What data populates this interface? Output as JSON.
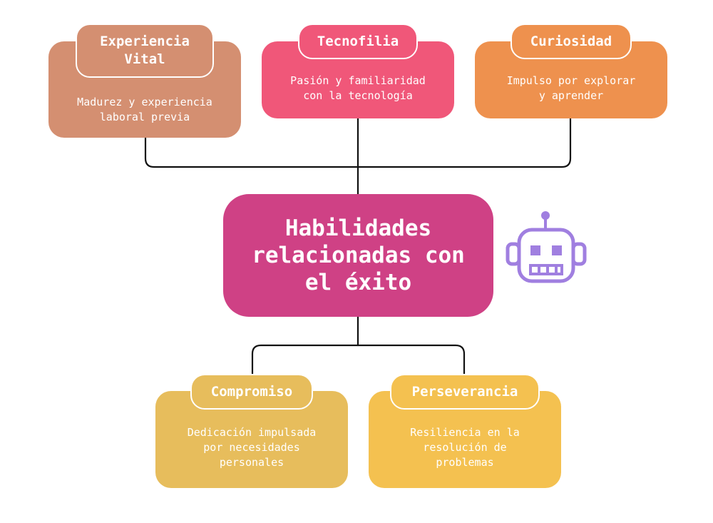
{
  "diagram": {
    "center": {
      "title": "Habilidades\nrelacionadas con\nel éxito",
      "color": "#cf4185"
    },
    "top_nodes": [
      {
        "title": "Experiencia\nVital",
        "description": "Madurez y experiencia\nlaboral previa",
        "color": "#d48f71"
      },
      {
        "title": "Tecnofilia",
        "description": "Pasión y familiaridad\ncon la tecnología",
        "color": "#f05779"
      },
      {
        "title": "Curiosidad",
        "description": "Impulso por explorar\ny aprender",
        "color": "#ee914e"
      }
    ],
    "bottom_nodes": [
      {
        "title": "Compromiso",
        "description": "Dedicación impulsada\npor necesidades\npersonales",
        "color": "#e7bd5c"
      },
      {
        "title": "Perseverancia",
        "description": "Resiliencia en la\nresolución de\nproblemas",
        "color": "#f4c150"
      }
    ],
    "icon": "robot-icon",
    "icon_color": "#a07fe0",
    "connector_color": "#111111"
  }
}
